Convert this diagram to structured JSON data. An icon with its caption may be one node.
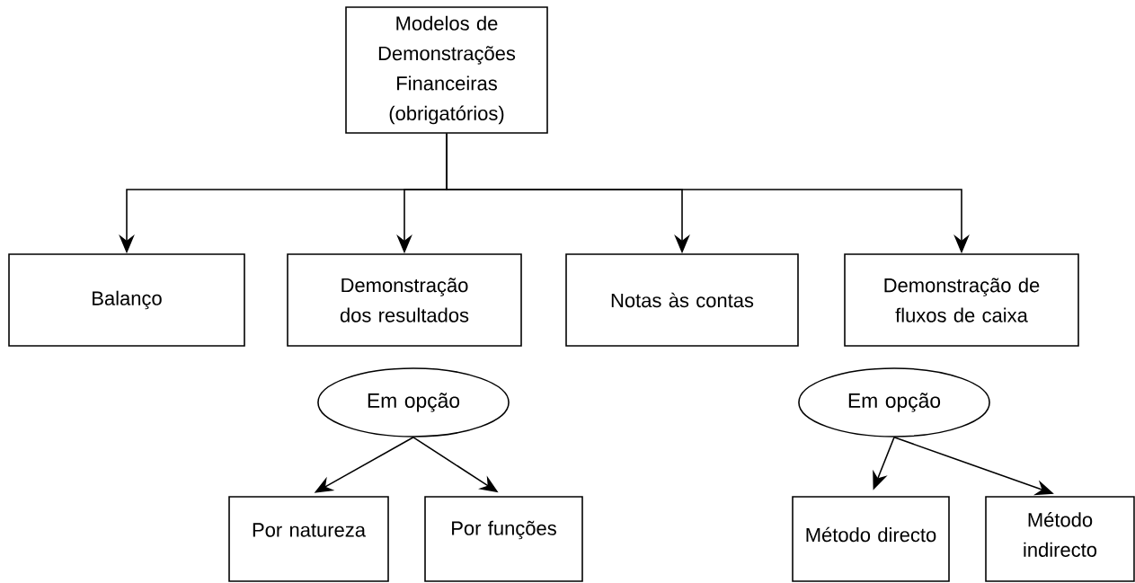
{
  "diagram": {
    "nodes": [
      {
        "text": [
          "Modelos de Demonstrações Financeiras",
          "(obrigatórios)"
        ]
      },
      {
        "text": [
          "Balanço"
        ]
      },
      {
        "text": [
          "Demonstração dos resultados"
        ]
      },
      {
        "text": [
          "Notas às contas"
        ]
      },
      {
        "text": [
          "Demonstração de fluxos de caixa"
        ]
      },
      {
        "text": [
          "Em opção"
        ]
      },
      {
        "text": [
          "Por natureza"
        ]
      },
      {
        "text": [
          "Por funções"
        ]
      },
      {
        "text": [
          "Em opção"
        ]
      },
      {
        "text": [
          "Método directo"
        ]
      },
      {
        "text": [
          "Método indirecto"
        ]
      }
    ],
    "edges": [
      {
        "from": 0,
        "to": 1,
        "arrow": "to"
      },
      {
        "from": 0,
        "to": 2,
        "arrow": "to"
      },
      {
        "from": 0,
        "to": 3,
        "arrow": "to"
      },
      {
        "from": 0,
        "to": 4,
        "arrow": "to"
      },
      {
        "from": 5,
        "to": 6,
        "arrow": "to"
      },
      {
        "from": 5,
        "to": 7,
        "arrow": "to"
      },
      {
        "from": 8,
        "to": 9,
        "arrow": "to"
      },
      {
        "from": 8,
        "to": 10,
        "arrow": "to"
      }
    ]
  }
}
